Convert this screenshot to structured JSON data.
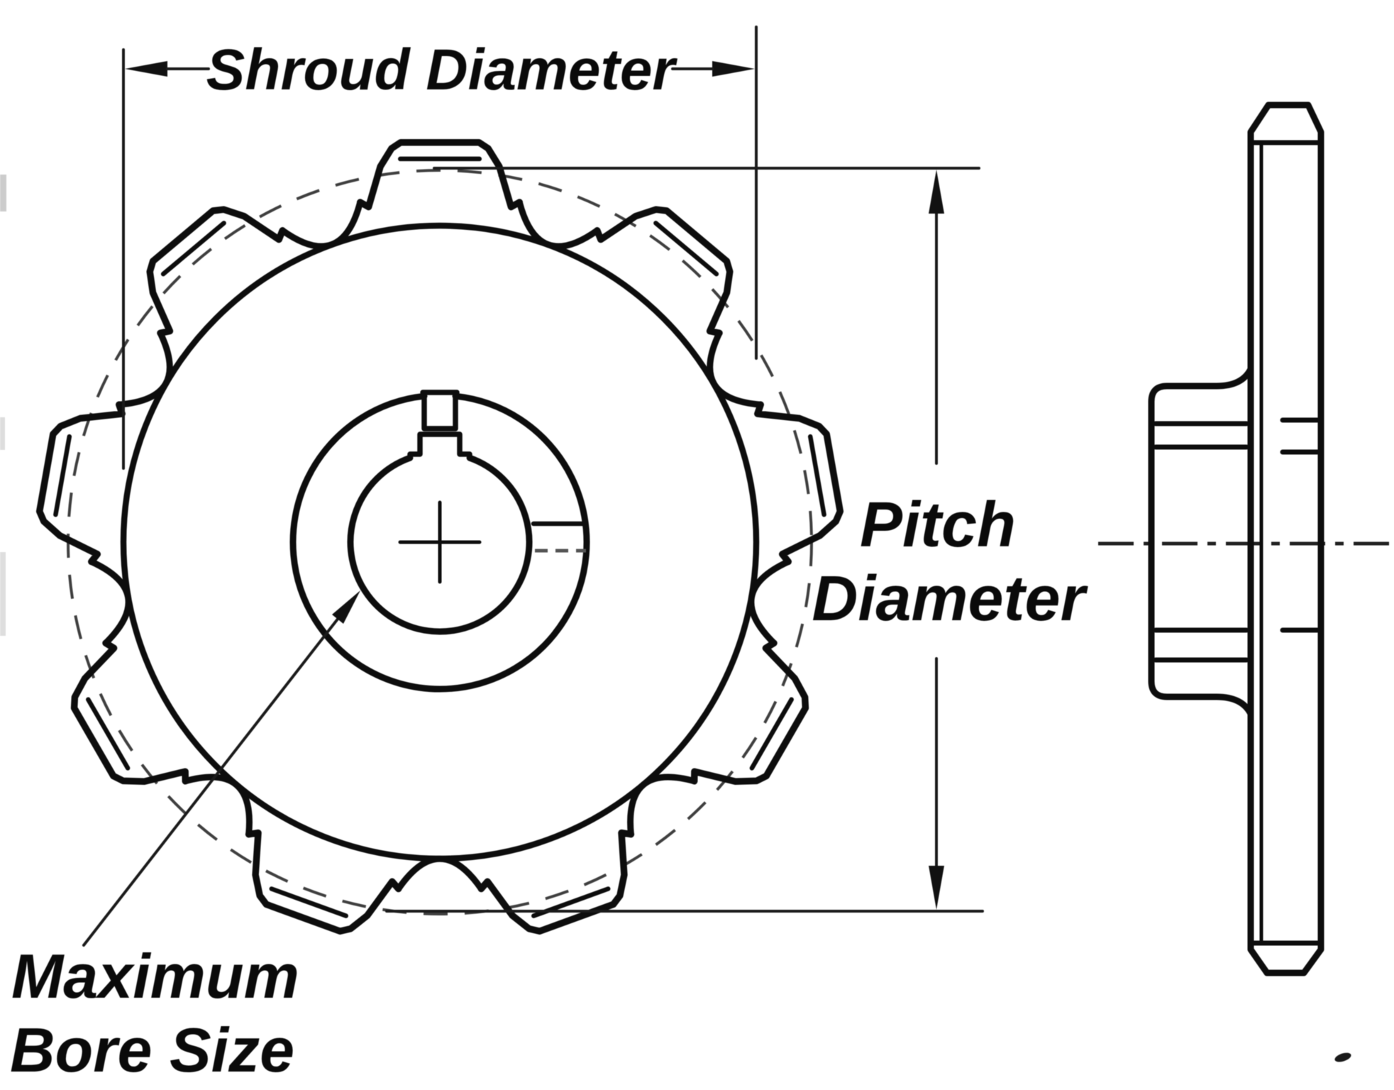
{
  "diagram": {
    "type": "engineering-drawing",
    "subject": "chain sprocket, front and side views",
    "labels": {
      "shroud_diameter": "Shroud Diameter",
      "pitch_line1": "Pitch",
      "pitch_line2": "Diameter",
      "max_bore_line1": "Maximum",
      "max_bore_line2": "Bore Size"
    },
    "front_view": {
      "teeth_count": 9,
      "has_keyway": true,
      "has_center_mark": true,
      "pitch_circle_style": "dashed"
    },
    "side_view": {
      "has_centerline": true,
      "parts": [
        "hub",
        "plate"
      ]
    },
    "colors": {
      "ink": "#0d0d0d",
      "background": "#ffffff",
      "pitch_dash": "#3f3f3f",
      "centerline": "#222222"
    }
  }
}
